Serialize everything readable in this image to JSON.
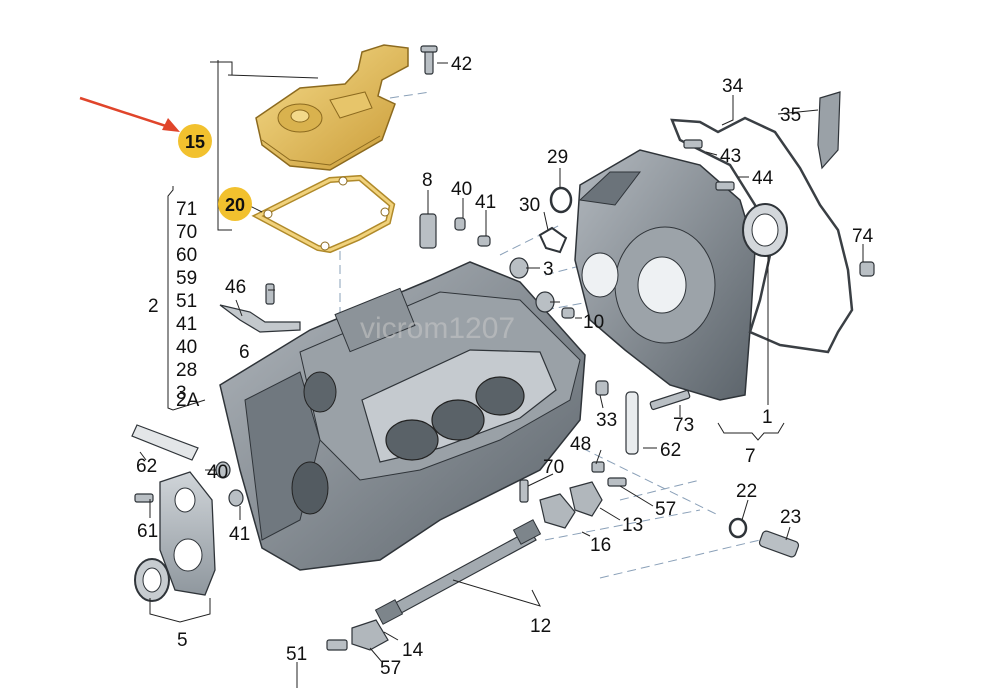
{
  "watermark": "vicrom1207",
  "colors": {
    "part_gold": "#e9c464",
    "part_gold_dark": "#b48a2c",
    "casting_grey": "#8a9096",
    "casting_dark": "#4f565c",
    "callout": "#f2c12e",
    "arrow": "#e0452b",
    "leader": "#222222",
    "dashed": "#8aa0b8"
  },
  "callouts": {
    "c15": "15",
    "c20": "20"
  },
  "group_2": {
    "main": "2",
    "items": [
      "71",
      "70",
      "60",
      "59",
      "51",
      "41",
      "40",
      "28",
      "3",
      "2A"
    ]
  },
  "labels": {
    "l42": "42",
    "l34": "34",
    "l35": "35",
    "l43": "43",
    "l44": "44",
    "l29": "29",
    "l8": "8",
    "l40a": "40",
    "l41a": "41",
    "l30": "30",
    "l74": "74",
    "l3": "3",
    "l46": "46",
    "l6": "6",
    "l10": "10",
    "l33": "33",
    "l73": "73",
    "l1": "1",
    "l62a": "62",
    "l62b": "62",
    "l7": "7",
    "l48": "48",
    "l70": "70",
    "l40b": "40",
    "l41b": "41",
    "l57a": "57",
    "l61": "61",
    "l13": "13",
    "l16": "16",
    "l22": "22",
    "l23": "23",
    "l5": "5",
    "l12": "12",
    "l51": "51",
    "l14": "14",
    "l57b": "57"
  }
}
